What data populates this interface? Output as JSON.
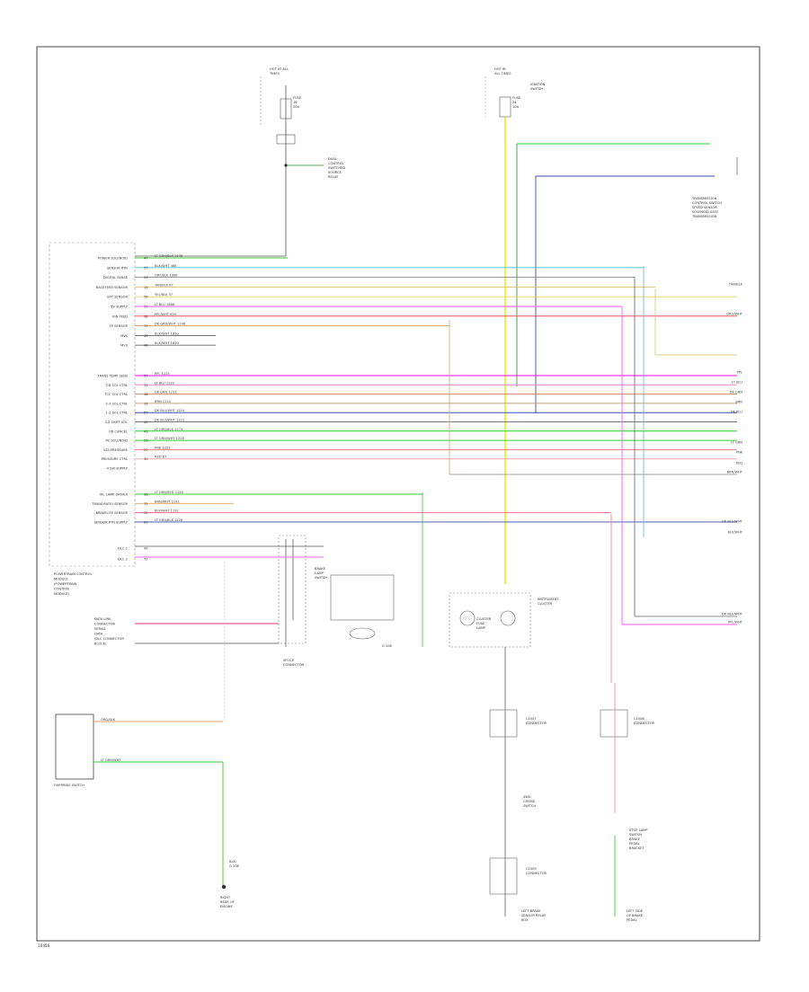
{
  "diagram": {
    "footer_code": "10456",
    "top_blocks": {
      "hot_at_all_times_left": [
        "HOT AT ALL",
        "TIMES"
      ],
      "hot_in_run": [
        "HOT IN",
        "ALL TIMES"
      ],
      "fuse_left": [
        "FUSE",
        "16",
        "20A"
      ],
      "fuse_right": [
        "FUSE",
        "24",
        "10A"
      ],
      "ignition_switch": [
        "IGNITION",
        "SWITCH"
      ],
      "dual_control_relay": [
        "DUAL",
        "CONTROL",
        "SWITCHED",
        "SOURCE",
        "RELAY"
      ],
      "trans_control_note": [
        "TRANSMISSION",
        "CONTROL SWITCH",
        "SPEED SENSOR",
        "SOLENOID ASSY",
        "TRANSMISSION"
      ]
    },
    "left_pins_group1": [
      "POWER SOLENOID",
      "SENSOR RTN",
      "DIGITAL SENSE",
      "BACKFEED SENSOR",
      "SOT SENSOR",
      "5V SUPPLY",
      "IGN FEED",
      "TP SENSOR",
      "MVS",
      "MVS"
    ],
    "left_pins_group2": [
      "TRANS TEMP SENS",
      "OD SOL CTRL",
      "TCC SOL CTRL",
      "2-3 SOL CTRL",
      "1-2 SOL CTRL",
      "3-2 SHIFT SOL",
      "OD CANCEL",
      "PC SOLENOID",
      "VSS PRESSURE",
      "PRESSURE CTRL",
      "4 SW SUPPLY"
    ],
    "left_pins_group3": [
      "OIL LAMP DRIVER",
      "TRANS RATIO SENSOR",
      "BRAKELITE SENSOR",
      "SENSOR RTN SUPPLY"
    ],
    "left_pins_group4": [
      "DLC 1",
      "DLC 2"
    ],
    "pin_numbers_group1": [
      "47",
      "57",
      "33",
      "19",
      "58",
      "17",
      "38",
      "72",
      "40",
      "48"
    ],
    "pin_numbers_group2": [
      "57",
      "11",
      "18",
      "13",
      "27",
      "45",
      "43",
      "26",
      "20",
      "30"
    ],
    "pin_numbers_group3": [
      "36",
      "72",
      "55",
      "69"
    ],
    "pin_numbers_group4": [
      "49",
      "72"
    ],
    "wire_labels_group1": [
      "LT GRN/BLK  1148",
      "BLK/WHT  488",
      "GRY/BLK  1368",
      "TAN/BLK  87",
      "YEL/BLK  37",
      "LT BLU  1868",
      "PPL/WHT  839",
      "DK GRN/WHT  1148",
      "BLK/WHT  1850",
      "BLK/WHT  1850"
    ],
    "wire_labels_group2": [
      "PPL  1225",
      "LT BLU  1222",
      "DK GRN  1223",
      "BRN  1224",
      "DK BLU/WHT  1224",
      "DK BLU/WHT  1222",
      "LT GRN/BLK  1174",
      "LT GRN/WHT  1228",
      "PNK  1229",
      "RED  87"
    ],
    "wire_labels_group3": [
      "LT GRN/RED  1148",
      "BRN/WHT  1191",
      "BLK/WHT  1192",
      "LT GRN/BLK  1228"
    ],
    "right_labels": [
      "TAN/BLK",
      "ORG/WHT",
      "PPL",
      "LT BLU",
      "DK GRN",
      "BRN",
      "DK BLU",
      "LT GRN",
      "PNK",
      "RED",
      "BRN/WHT",
      "DK BLU/WHT",
      "BLK/WHT",
      "DK BLU/WHT",
      "PPL/WHT"
    ],
    "ecm_label": [
      "POWERTRAIN CONTROL",
      "MODULE",
      "(POWERTRAIN",
      "CONTROL",
      "MODULE)"
    ],
    "data_link_label": [
      "DATA LINK",
      "CONNECTOR",
      "SERIAL",
      "DATA",
      "(DLC CONNECTOR",
      "BLOCK)"
    ],
    "center_labels": {
      "splice_block": [
        "SPLICE",
        "CONNECTOR"
      ],
      "instrument_cluster": [
        "INSTRUMENT",
        "CLUSTER"
      ],
      "cluster_fuse": [
        "CLUSTER",
        "FUSE",
        "LAMP"
      ],
      "g_label": "G 108",
      "brake_switch": [
        "BRAKE",
        "LAMP",
        "SWITCH"
      ],
      "cruise_switch": [
        "4WD",
        "CRUISE",
        "SWITCH"
      ],
      "stop_switch": [
        "STOP LAMP",
        "SWITCH",
        "BRAKE",
        "PEDAL",
        "BRACKET"
      ],
      "connector_c1": [
        "C1007",
        "CONNECTOR"
      ],
      "connector_c2": [
        "C1008",
        "CONNECTOR"
      ],
      "connector_c3": [
        "C1009",
        "CONNECTOR"
      ],
      "left_switch_label": [
        "LEFT BRAKE",
        "SENSOR RELAY",
        "BOX"
      ],
      "right_switch_label": [
        "LEFT SIDE",
        "OF BRAKE",
        "PEDAL"
      ]
    },
    "bottom_left": {
      "override_switch": "OVERRIDE SWITCH",
      "wire_top": "ORG/BLK",
      "wire_bottom": "LT GRN/WHT",
      "ground_label": [
        "BLK/",
        "G 108"
      ],
      "ground_note": [
        "RIGHT",
        "REAR OF",
        "ENGINE"
      ]
    }
  }
}
